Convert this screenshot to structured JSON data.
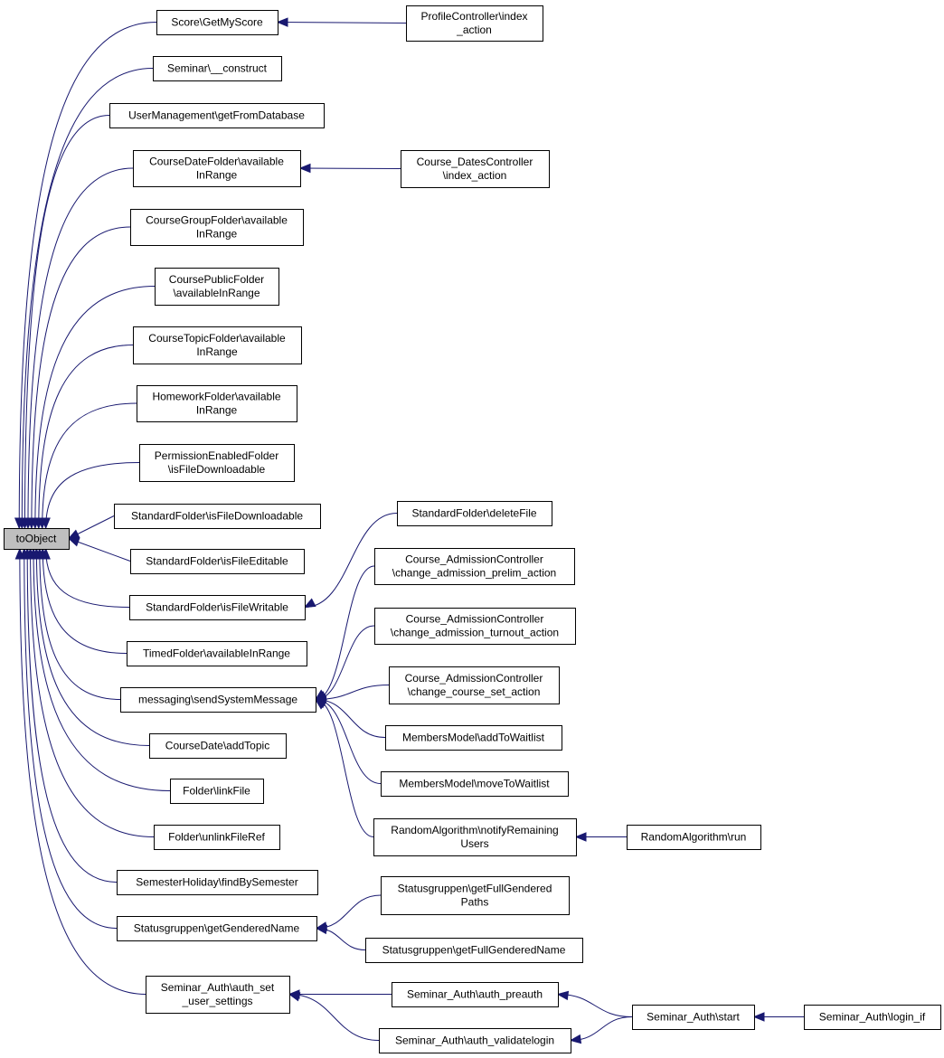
{
  "graph": {
    "nodes": [
      {
        "id": "toObject",
        "lines": [
          "toObject"
        ],
        "root": true
      },
      {
        "id": "getMyScore",
        "lines": [
          "Score\\GetMyScore"
        ]
      },
      {
        "id": "profileIndex",
        "lines": [
          "ProfileController\\index",
          "_action"
        ]
      },
      {
        "id": "seminarConstruct",
        "lines": [
          "Seminar\\__construct"
        ]
      },
      {
        "id": "userMgmt",
        "lines": [
          "UserManagement\\getFromDatabase"
        ]
      },
      {
        "id": "courseDateFolder",
        "lines": [
          "CourseDateFolder\\available",
          "InRange"
        ]
      },
      {
        "id": "courseDatesCtrl",
        "lines": [
          "Course_DatesController",
          "\\index_action"
        ]
      },
      {
        "id": "courseGroupFolder",
        "lines": [
          "CourseGroupFolder\\available",
          "InRange"
        ]
      },
      {
        "id": "coursePublicFolder",
        "lines": [
          "CoursePublicFolder",
          "\\availableInRange"
        ]
      },
      {
        "id": "courseTopicFolder",
        "lines": [
          "CourseTopicFolder\\available",
          "InRange"
        ]
      },
      {
        "id": "homeworkFolder",
        "lines": [
          "HomeworkFolder\\available",
          "InRange"
        ]
      },
      {
        "id": "permEnabledFolder",
        "lines": [
          "PermissionEnabledFolder",
          "\\isFileDownloadable"
        ]
      },
      {
        "id": "stdFolderDownloadable",
        "lines": [
          "StandardFolder\\isFileDownloadable"
        ]
      },
      {
        "id": "stdFolderEditable",
        "lines": [
          "StandardFolder\\isFileEditable"
        ]
      },
      {
        "id": "stdFolderWritable",
        "lines": [
          "StandardFolder\\isFileWritable"
        ]
      },
      {
        "id": "stdFolderDelete",
        "lines": [
          "StandardFolder\\deleteFile"
        ]
      },
      {
        "id": "timedFolder",
        "lines": [
          "TimedFolder\\availableInRange"
        ]
      },
      {
        "id": "sendSystemMessage",
        "lines": [
          "messaging\\sendSystemMessage"
        ]
      },
      {
        "id": "admPrelim",
        "lines": [
          "Course_AdmissionController",
          "\\change_admission_prelim_action"
        ]
      },
      {
        "id": "admTurnout",
        "lines": [
          "Course_AdmissionController",
          "\\change_admission_turnout_action"
        ]
      },
      {
        "id": "admCourseSet",
        "lines": [
          "Course_AdmissionController",
          "\\change_course_set_action"
        ]
      },
      {
        "id": "membersAdd",
        "lines": [
          "MembersModel\\addToWaitlist"
        ]
      },
      {
        "id": "membersMove",
        "lines": [
          "MembersModel\\moveToWaitlist"
        ]
      },
      {
        "id": "randomNotify",
        "lines": [
          "RandomAlgorithm\\notifyRemaining",
          "Users"
        ]
      },
      {
        "id": "randomRun",
        "lines": [
          "RandomAlgorithm\\run"
        ]
      },
      {
        "id": "courseDateTopic",
        "lines": [
          "CourseDate\\addTopic"
        ]
      },
      {
        "id": "folderLink",
        "lines": [
          "Folder\\linkFile"
        ]
      },
      {
        "id": "folderUnlink",
        "lines": [
          "Folder\\unlinkFileRef"
        ]
      },
      {
        "id": "semesterHoliday",
        "lines": [
          "SemesterHoliday\\findBySemester"
        ]
      },
      {
        "id": "statusGendered",
        "lines": [
          "Statusgruppen\\getGenderedName"
        ]
      },
      {
        "id": "statusPaths",
        "lines": [
          "Statusgruppen\\getFullGendered",
          "Paths"
        ]
      },
      {
        "id": "statusFullName",
        "lines": [
          "Statusgruppen\\getFullGenderedName"
        ]
      },
      {
        "id": "authSetUser",
        "lines": [
          "Seminar_Auth\\auth_set",
          "_user_settings"
        ]
      },
      {
        "id": "authPreauth",
        "lines": [
          "Seminar_Auth\\auth_preauth"
        ]
      },
      {
        "id": "authValidate",
        "lines": [
          "Seminar_Auth\\auth_validatelogin"
        ]
      },
      {
        "id": "authStart",
        "lines": [
          "Seminar_Auth\\start"
        ]
      },
      {
        "id": "loginIf",
        "lines": [
          "Seminar_Auth\\login_if"
        ]
      }
    ],
    "edges": [
      {
        "from": "getMyScore",
        "to": "toObject"
      },
      {
        "from": "seminarConstruct",
        "to": "toObject"
      },
      {
        "from": "userMgmt",
        "to": "toObject"
      },
      {
        "from": "courseDateFolder",
        "to": "toObject"
      },
      {
        "from": "courseGroupFolder",
        "to": "toObject"
      },
      {
        "from": "coursePublicFolder",
        "to": "toObject"
      },
      {
        "from": "courseTopicFolder",
        "to": "toObject"
      },
      {
        "from": "homeworkFolder",
        "to": "toObject"
      },
      {
        "from": "permEnabledFolder",
        "to": "toObject"
      },
      {
        "from": "stdFolderDownloadable",
        "to": "toObject"
      },
      {
        "from": "stdFolderEditable",
        "to": "toObject"
      },
      {
        "from": "stdFolderWritable",
        "to": "toObject"
      },
      {
        "from": "timedFolder",
        "to": "toObject"
      },
      {
        "from": "sendSystemMessage",
        "to": "toObject"
      },
      {
        "from": "courseDateTopic",
        "to": "toObject"
      },
      {
        "from": "folderLink",
        "to": "toObject"
      },
      {
        "from": "folderUnlink",
        "to": "toObject"
      },
      {
        "from": "semesterHoliday",
        "to": "toObject"
      },
      {
        "from": "statusGendered",
        "to": "toObject"
      },
      {
        "from": "authSetUser",
        "to": "toObject"
      },
      {
        "from": "profileIndex",
        "to": "getMyScore"
      },
      {
        "from": "courseDatesCtrl",
        "to": "courseDateFolder"
      },
      {
        "from": "stdFolderDelete",
        "to": "stdFolderWritable"
      },
      {
        "from": "admPrelim",
        "to": "sendSystemMessage"
      },
      {
        "from": "admTurnout",
        "to": "sendSystemMessage"
      },
      {
        "from": "admCourseSet",
        "to": "sendSystemMessage"
      },
      {
        "from": "membersAdd",
        "to": "sendSystemMessage"
      },
      {
        "from": "membersMove",
        "to": "sendSystemMessage"
      },
      {
        "from": "randomNotify",
        "to": "sendSystemMessage"
      },
      {
        "from": "randomRun",
        "to": "randomNotify"
      },
      {
        "from": "statusPaths",
        "to": "statusGendered"
      },
      {
        "from": "statusFullName",
        "to": "statusGendered"
      },
      {
        "from": "authPreauth",
        "to": "authSetUser"
      },
      {
        "from": "authValidate",
        "to": "authSetUser"
      },
      {
        "from": "authStart",
        "to": "authPreauth"
      },
      {
        "from": "authStart",
        "to": "authValidate"
      },
      {
        "from": "loginIf",
        "to": "authStart"
      }
    ]
  }
}
